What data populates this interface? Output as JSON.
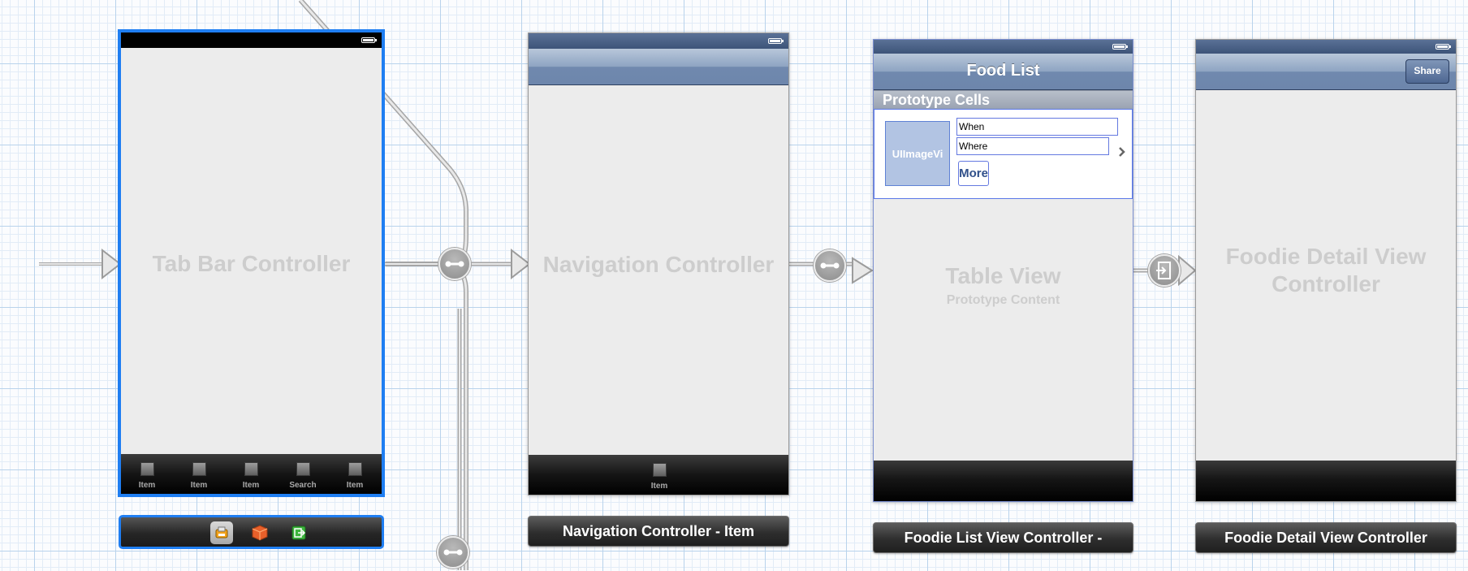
{
  "colors": {
    "selection": "#1f7ef2",
    "scene_background": "#ececec",
    "navbar_blue": "#6d86ac",
    "cell_outline": "#5a78e8",
    "placeholder_text": "#cdcdcd"
  },
  "scenes": {
    "tab_bar": {
      "title": "Tab Bar Controller",
      "tabs": [
        {
          "label": "Item",
          "icon": "tab-placeholder-icon"
        },
        {
          "label": "Item",
          "icon": "tab-placeholder-icon"
        },
        {
          "label": "Item",
          "icon": "tab-placeholder-icon"
        },
        {
          "label": "Search",
          "icon": "tab-placeholder-icon"
        },
        {
          "label": "Item",
          "icon": "tab-placeholder-icon"
        }
      ],
      "dock_icons": [
        "first-responder-icon",
        "object-cube-icon",
        "exit-icon"
      ]
    },
    "navigation": {
      "title": "Navigation Controller",
      "tab": {
        "label": "Item",
        "icon": "tab-placeholder-icon"
      },
      "caption": "Navigation Controller - Item"
    },
    "food_list": {
      "nav_title": "Food List",
      "section_header": "Prototype Cells",
      "cell": {
        "image_label": "UIImageVi",
        "when_label": "When",
        "where_label": "Where",
        "more_button": "More",
        "accessory": "disclosure-chevron-icon"
      },
      "title": "Table View",
      "subtitle": "Prototype Content",
      "caption": "Foodie List View Controller -"
    },
    "detail": {
      "title_line1": "Foodie Detail View",
      "title_line2": "Controller",
      "share_button": "Share",
      "caption": "Foodie Detail View Controller"
    }
  },
  "segues": [
    {
      "type": "relationship",
      "icon": "relationship-segue-icon"
    },
    {
      "type": "relationship",
      "icon": "relationship-segue-icon"
    },
    {
      "type": "push",
      "icon": "push-segue-icon"
    },
    {
      "type": "relationship",
      "icon": "relationship-segue-icon"
    }
  ]
}
